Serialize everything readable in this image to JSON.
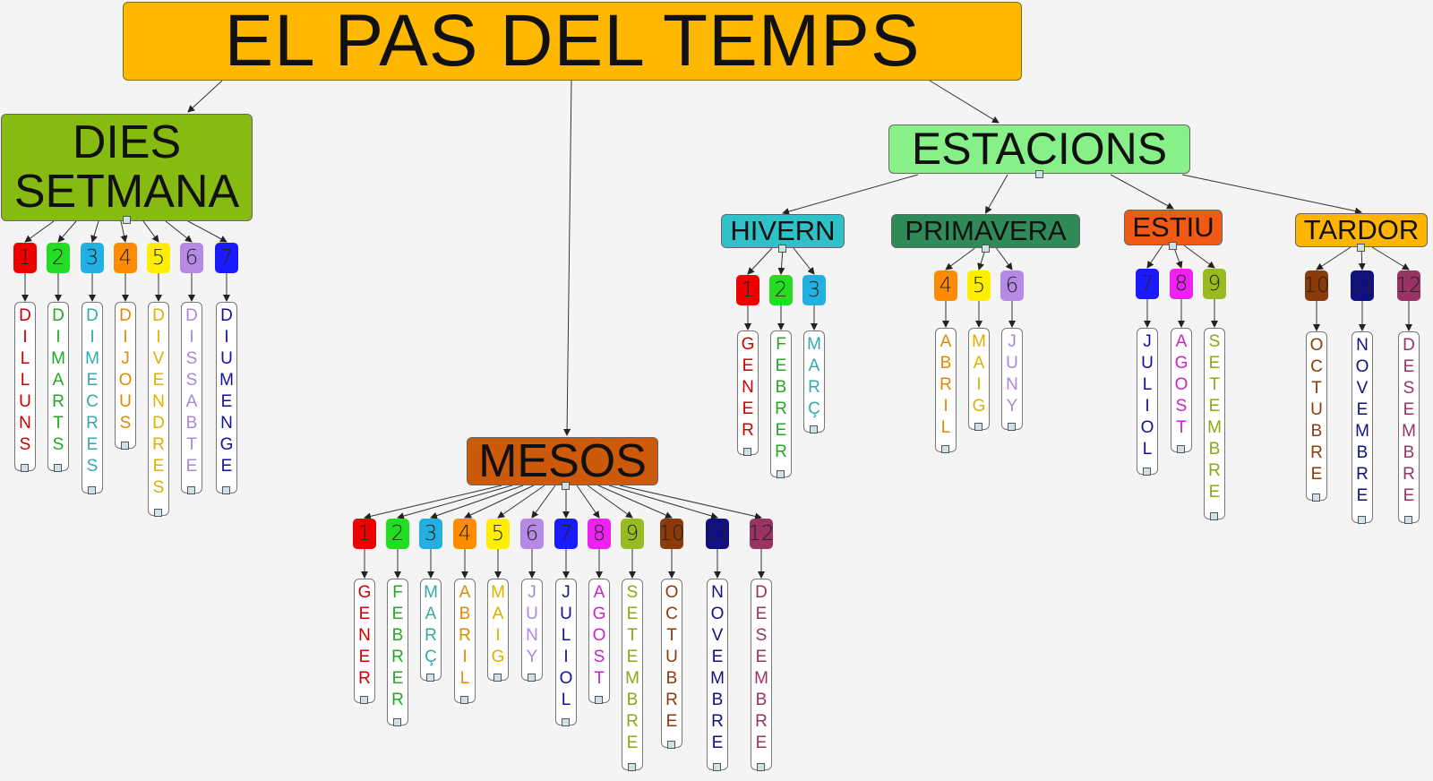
{
  "title": "EL PAS DEL TEMPS",
  "dies": {
    "label": "DIES SETMANA",
    "items": [
      {
        "num": "1",
        "word": "DILLUNS",
        "color": "#ee0000",
        "text": "#cc0000"
      },
      {
        "num": "2",
        "word": "DIMARTS",
        "color": "#22dd22",
        "text": "#22aa22"
      },
      {
        "num": "3",
        "word": "DIMECRES",
        "color": "#22b0e0",
        "text": "#33aaaa"
      },
      {
        "num": "4",
        "word": "DIJOUS",
        "color": "#ff8c00",
        "text": "#e08a00"
      },
      {
        "num": "5",
        "word": "DIVENDRES",
        "color": "#ffee00",
        "text": "#e0b000"
      },
      {
        "num": "6",
        "word": "DISSABTE",
        "color": "#b48ae6",
        "text": "#aa88dd"
      },
      {
        "num": "7",
        "word": "DIUMENGE",
        "color": "#1a1aff",
        "text": "#111199"
      }
    ]
  },
  "mesos": {
    "label": "MESOS",
    "items": [
      {
        "num": "1",
        "word": "GENER",
        "color": "#ee0000",
        "text": "#cc0000"
      },
      {
        "num": "2",
        "word": "FEBRER",
        "color": "#22dd22",
        "text": "#22aa22"
      },
      {
        "num": "3",
        "word": "MARÇ",
        "color": "#22b0e0",
        "text": "#33aaaa"
      },
      {
        "num": "4",
        "word": "ABRIL",
        "color": "#ff8c00",
        "text": "#e08a00"
      },
      {
        "num": "5",
        "word": "MAIG",
        "color": "#ffee00",
        "text": "#e0b000"
      },
      {
        "num": "6",
        "word": "JUNY",
        "color": "#b48ae6",
        "text": "#aa88dd"
      },
      {
        "num": "7",
        "word": "JULIOL",
        "color": "#1a1aff",
        "text": "#111199"
      },
      {
        "num": "8",
        "word": "AGOST",
        "color": "#ee22ee",
        "text": "#cc22cc"
      },
      {
        "num": "9",
        "word": "SETEMBRE",
        "color": "#99bb22",
        "text": "#88aa11"
      },
      {
        "num": "10",
        "word": "OCTUBRE",
        "color": "#8b3a0a",
        "text": "#8b3a0a"
      },
      {
        "num": "11",
        "word": "NOVEMBRE",
        "color": "#101080",
        "text": "#101080"
      },
      {
        "num": "12",
        "word": "DESEMBRE",
        "color": "#993366",
        "text": "#993366"
      }
    ]
  },
  "estacions": {
    "label": "ESTACIONS",
    "seasons": [
      {
        "label": "HIVERN",
        "color": "#2fc0c8",
        "items": [
          {
            "num": "1",
            "word": "GENER",
            "color": "#ee0000",
            "text": "#cc0000"
          },
          {
            "num": "2",
            "word": "FEBRER",
            "color": "#22dd22",
            "text": "#22aa22"
          },
          {
            "num": "3",
            "word": "MARÇ",
            "color": "#22b0e0",
            "text": "#33aaaa"
          }
        ]
      },
      {
        "label": "PRIMAVERA",
        "color": "#2e8b57",
        "items": [
          {
            "num": "4",
            "word": "ABRIL",
            "color": "#ff8c00",
            "text": "#e08a00"
          },
          {
            "num": "5",
            "word": "MAIG",
            "color": "#ffee00",
            "text": "#e0b000"
          },
          {
            "num": "6",
            "word": "JUNY",
            "color": "#b48ae6",
            "text": "#aa88dd"
          }
        ]
      },
      {
        "label": "ESTIU",
        "color": "#f05a14",
        "items": [
          {
            "num": "7",
            "word": "JULIOL",
            "color": "#1a1aff",
            "text": "#111199"
          },
          {
            "num": "8",
            "word": "AGOST",
            "color": "#ee22ee",
            "text": "#cc22cc"
          },
          {
            "num": "9",
            "word": "SETEMBRE",
            "color": "#99bb22",
            "text": "#88aa11"
          }
        ]
      },
      {
        "label": "TARDOR",
        "color": "#ffb400",
        "items": [
          {
            "num": "10",
            "word": "OCTUBRE",
            "color": "#8b3a0a",
            "text": "#8b3a0a"
          },
          {
            "num": "11",
            "word": "NOVEMBRE",
            "color": "#101080",
            "text": "#101080"
          },
          {
            "num": "12",
            "word": "DESEMBRE",
            "color": "#993366",
            "text": "#993366"
          }
        ]
      }
    ]
  },
  "colors": {
    "title_bg": "#ffb800",
    "dies_bg": "#88bb11",
    "mesos_bg": "#cc5a0a",
    "estacions_bg": "#88f088"
  }
}
